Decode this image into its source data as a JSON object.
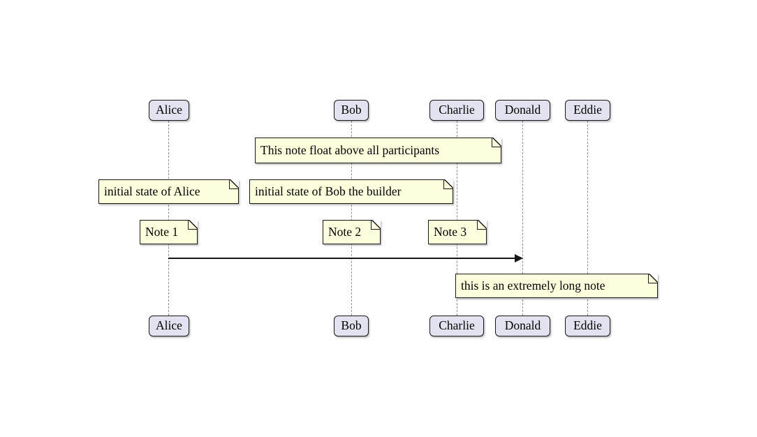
{
  "diagram": {
    "type": "uml-sequence-diagram",
    "participants": [
      {
        "name": "Alice"
      },
      {
        "name": "Bob"
      },
      {
        "name": "Charlie"
      },
      {
        "name": "Donald"
      },
      {
        "name": "Eddie"
      }
    ],
    "notes": [
      {
        "id": "float",
        "text": "This note float above all participants"
      },
      {
        "id": "init-alice",
        "text": "initial state of Alice"
      },
      {
        "id": "init-bob",
        "text": "initial state of Bob the builder"
      },
      {
        "id": "note-1",
        "text": "Note 1"
      },
      {
        "id": "note-2",
        "text": "Note 2"
      },
      {
        "id": "note-3",
        "text": "Note 3"
      },
      {
        "id": "long",
        "text": "this is an extremely long note"
      }
    ],
    "messages": [
      {
        "from": "Alice",
        "to": "Donald",
        "label": ""
      }
    ],
    "colors": {
      "background": "#FFFFFF",
      "participant_fill": "#E2E2F0",
      "participant_border": "#181818",
      "note_fill": "#FEFFDD",
      "note_border": "#181818",
      "lifeline": "#8C8C8C",
      "arrow": "#181818",
      "text": "#000000"
    }
  }
}
